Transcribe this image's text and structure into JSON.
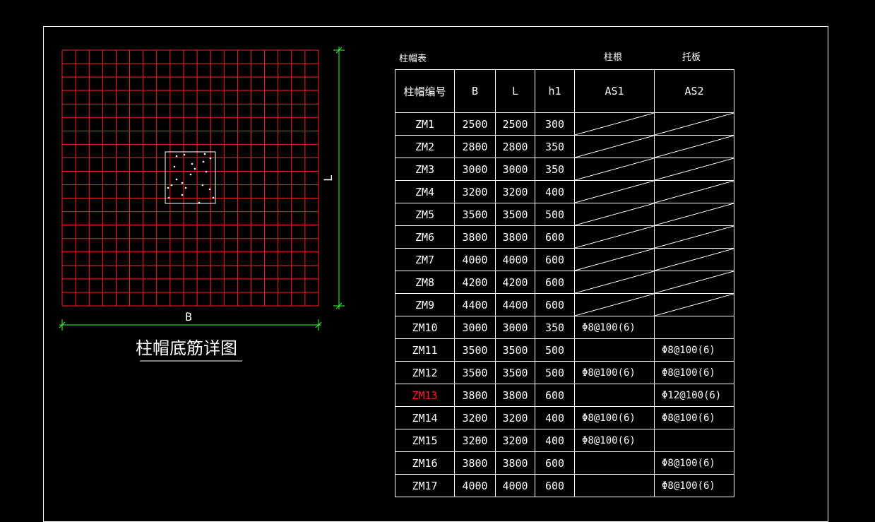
{
  "detail": {
    "title": "柱帽底筋详图",
    "label_b": "B",
    "label_l": "L"
  },
  "table": {
    "title": "柱帽表",
    "group_as1": "柱根",
    "group_as2": "托板",
    "headers": [
      "柱帽编号",
      "B",
      "L",
      "h1",
      "AS1",
      "AS2"
    ],
    "rows": [
      {
        "id": "ZM1",
        "b": "2500",
        "l": "2500",
        "h1": "300",
        "as1": "",
        "as2": "",
        "diag": true
      },
      {
        "id": "ZM2",
        "b": "2800",
        "l": "2800",
        "h1": "350",
        "as1": "",
        "as2": "",
        "diag": true
      },
      {
        "id": "ZM3",
        "b": "3000",
        "l": "3000",
        "h1": "350",
        "as1": "",
        "as2": "",
        "diag": true
      },
      {
        "id": "ZM4",
        "b": "3200",
        "l": "3200",
        "h1": "400",
        "as1": "",
        "as2": "",
        "diag": true
      },
      {
        "id": "ZM5",
        "b": "3500",
        "l": "3500",
        "h1": "500",
        "as1": "",
        "as2": "",
        "diag": true
      },
      {
        "id": "ZM6",
        "b": "3800",
        "l": "3800",
        "h1": "600",
        "as1": "",
        "as2": "",
        "diag": true
      },
      {
        "id": "ZM7",
        "b": "4000",
        "l": "4000",
        "h1": "600",
        "as1": "",
        "as2": "",
        "diag": true
      },
      {
        "id": "ZM8",
        "b": "4200",
        "l": "4200",
        "h1": "600",
        "as1": "",
        "as2": "",
        "diag": true
      },
      {
        "id": "ZM9",
        "b": "4400",
        "l": "4400",
        "h1": "600",
        "as1": "",
        "as2": "",
        "diag": true
      },
      {
        "id": "ZM10",
        "b": "3000",
        "l": "3000",
        "h1": "350",
        "as1": "Φ8@100(6)",
        "as2": "",
        "diag": false
      },
      {
        "id": "ZM11",
        "b": "3500",
        "l": "3500",
        "h1": "500",
        "as1": "",
        "as2": "Φ8@100(6)",
        "diag": false
      },
      {
        "id": "ZM12",
        "b": "3500",
        "l": "3500",
        "h1": "500",
        "as1": "Φ8@100(6)",
        "as2": "Φ8@100(6)",
        "diag": false
      },
      {
        "id": "ZM13",
        "b": "3800",
        "l": "3800",
        "h1": "600",
        "as1": "",
        "as2": "Φ12@100(6)",
        "diag": false,
        "highlight": true
      },
      {
        "id": "ZM14",
        "b": "3200",
        "l": "3200",
        "h1": "400",
        "as1": "Φ8@100(6)",
        "as2": "Φ8@100(6)",
        "diag": false
      },
      {
        "id": "ZM15",
        "b": "3200",
        "l": "3200",
        "h1": "400",
        "as1": "Φ8@100(6)",
        "as2": "",
        "diag": false
      },
      {
        "id": "ZM16",
        "b": "3800",
        "l": "3800",
        "h1": "600",
        "as1": "",
        "as2": "Φ8@100(6)",
        "diag": false
      },
      {
        "id": "ZM17",
        "b": "4000",
        "l": "4000",
        "h1": "600",
        "as1": "",
        "as2": "Φ8@100(6)",
        "diag": false
      }
    ]
  },
  "colors": {
    "background": "#000000",
    "grid": "#ff2020",
    "dimension": "#33ff33",
    "line": "#ffffff",
    "highlight": "#ff2020"
  }
}
